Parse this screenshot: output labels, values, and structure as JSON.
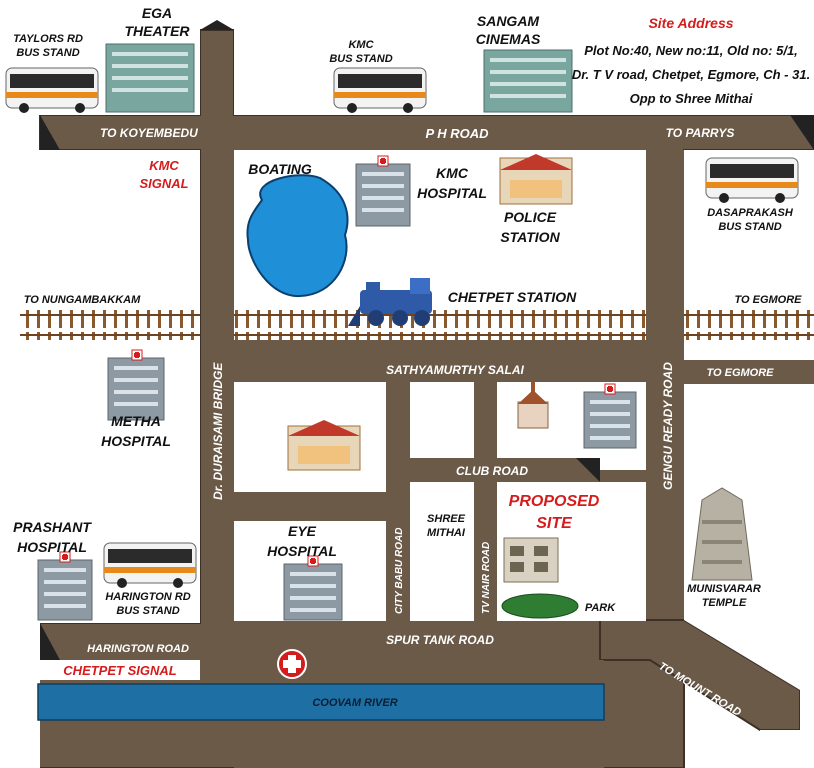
{
  "site_address": {
    "heading": "Site Address",
    "line1": "Plot No:40, New no:11, Old no: 5/1,",
    "line2": "Dr. T V road, Chetpet, Egmore, Ch - 31.",
    "line3": "Opp to Shree Mithai"
  },
  "roads": {
    "ph_road": "P H ROAD",
    "to_koyembedu": "TO KOYEMBEDU",
    "to_parrys": "TO PARRYS",
    "sathyamurthy": "SATHYAMURTHY SALAI",
    "club_road": "CLUB ROAD",
    "spur_tank": "SPUR TANK ROAD",
    "harington": "HARINGTON ROAD",
    "to_mount_road": "TO MOUNT ROAD",
    "to_egmore_rail": "TO EGMORE",
    "to_egmore_road": "TO EGMORE",
    "to_nungambakkam": "TO NUNGAMBAKKAM",
    "duraisami": "Dr. DURAISAMI BRIDGE",
    "gengu": "GENGU READY ROAD",
    "city_babu": "CITY BABU ROAD",
    "tv_nair": "TV NAIR ROAD"
  },
  "signals": {
    "kmc_line1": "KMC",
    "kmc_line2": "SIGNAL",
    "chetpet": "CHETPET SIGNAL"
  },
  "landmarks": {
    "taylors_l1": "TAYLORS RD",
    "taylors_l2": "BUS STAND",
    "ega_l1": "EGA",
    "ega_l2": "THEATER",
    "kmc_bus_l1": "KMC",
    "kmc_bus_l2": "BUS STAND",
    "sangam_l1": "SANGAM",
    "sangam_l2": "CINEMAS",
    "boating": "BOATING",
    "kmc_hosp_l1": "KMC",
    "kmc_hosp_l2": "HOSPITAL",
    "police_l1": "POLICE",
    "police_l2": "STATION",
    "dasa_l1": "DASAPRAKASH",
    "dasa_l2": "BUS STAND",
    "chetpet_station": "CHETPET STATION",
    "metha_l1": "METHA",
    "metha_l2": "HOSPITAL",
    "prashant_l1": "PRASHANT",
    "prashant_l2": "HOSPITAL",
    "harington_bus_l1": "HARINGTON RD",
    "harington_bus_l2": "BUS STAND",
    "eye_l1": "EYE",
    "eye_l2": "HOSPITAL",
    "shree_l1": "SHREE",
    "shree_l2": "MITHAI",
    "proposed_l1": "PROPOSED",
    "proposed_l2": "SITE",
    "park": "PARK",
    "munis_l1": "MUNISVARAR",
    "munis_l2": "TEMPLE",
    "coovam": "COOVAM RIVER"
  },
  "colors": {
    "road": "#6b5a48",
    "road_edge": "#3d3127",
    "block": "#ffffff",
    "rail": "#8a5a2e",
    "lake": "#1f8fd8",
    "river": "#1e6fa3",
    "accent_red": "#d41c1c",
    "park": "#2e7d32"
  }
}
